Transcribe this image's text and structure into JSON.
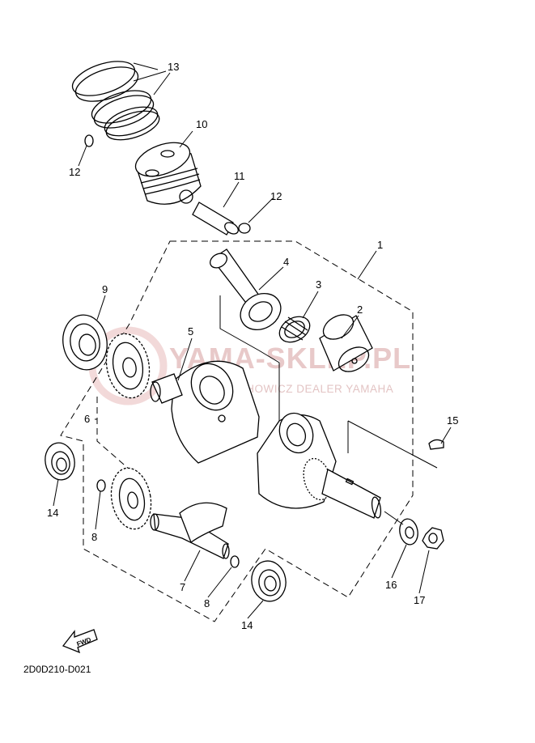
{
  "diagram": {
    "code": "2D0D210-D021",
    "fwd_label": "FWD",
    "watermark": {
      "title": "YAMA-SKLEP.PL",
      "subtitle": "JAN MOCHOWICZ DEALER YAMAHA"
    },
    "callouts": [
      {
        "id": "1",
        "label": "1"
      },
      {
        "id": "2",
        "label": "2"
      },
      {
        "id": "3",
        "label": "3"
      },
      {
        "id": "4",
        "label": "4"
      },
      {
        "id": "5",
        "label": "5"
      },
      {
        "id": "6",
        "label": "6"
      },
      {
        "id": "7",
        "label": "7"
      },
      {
        "id": "8a",
        "label": "8"
      },
      {
        "id": "8b",
        "label": "8"
      },
      {
        "id": "9",
        "label": "9"
      },
      {
        "id": "10",
        "label": "10"
      },
      {
        "id": "11",
        "label": "11"
      },
      {
        "id": "12a",
        "label": "12"
      },
      {
        "id": "12b",
        "label": "12"
      },
      {
        "id": "13",
        "label": "13"
      },
      {
        "id": "14a",
        "label": "14"
      },
      {
        "id": "14b",
        "label": "14"
      },
      {
        "id": "15",
        "label": "15"
      },
      {
        "id": "16",
        "label": "16"
      },
      {
        "id": "17",
        "label": "17"
      }
    ]
  }
}
